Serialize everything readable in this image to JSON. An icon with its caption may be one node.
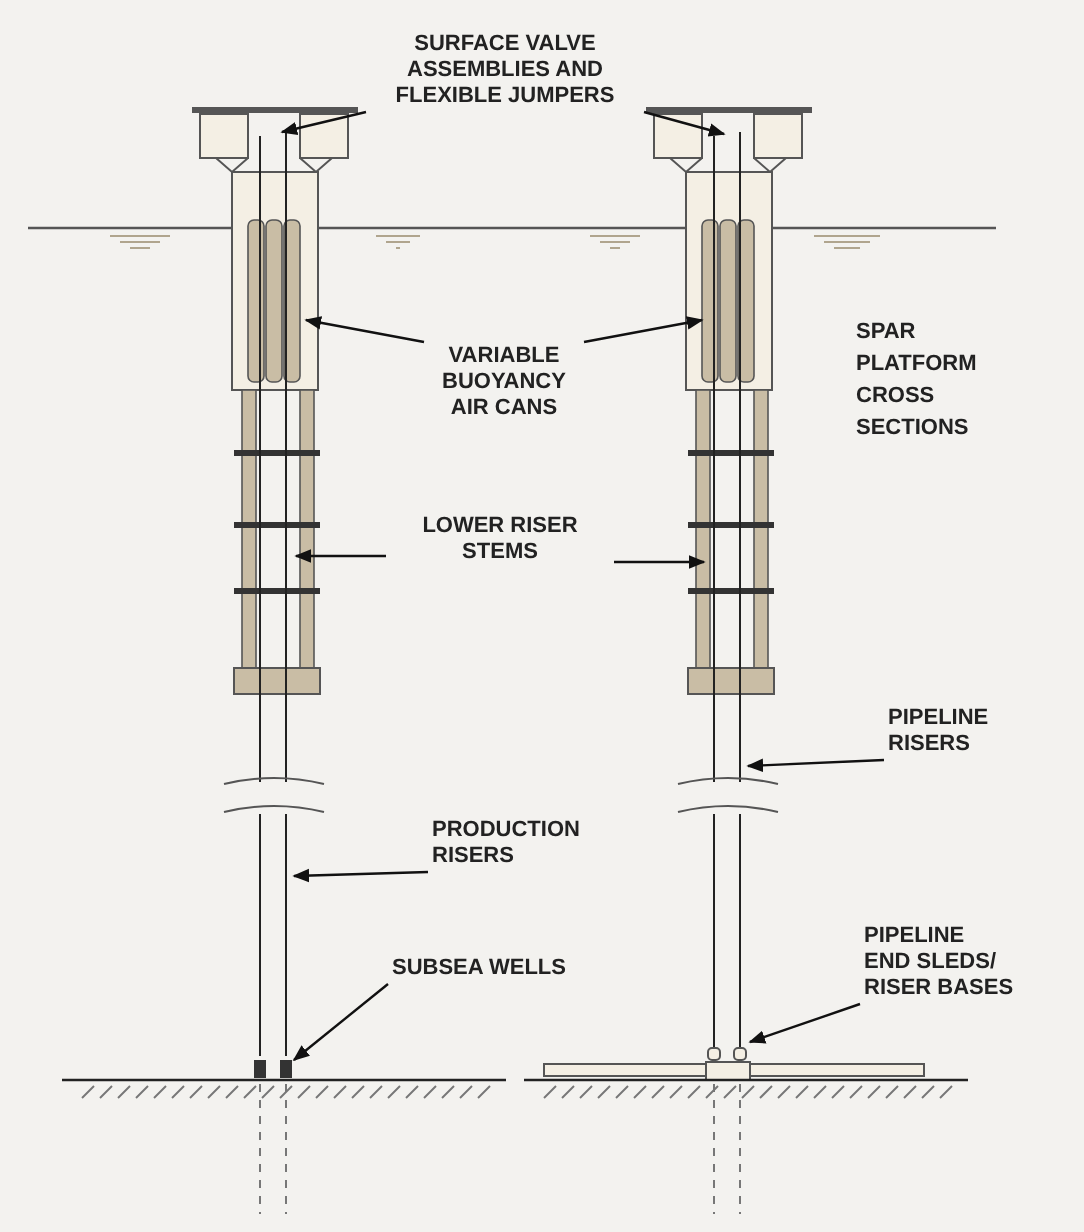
{
  "diagram": {
    "nodes": [
      {
        "text": [
          "SURFACE VALVE ASSEMBLIES AND FLEXIBLE JUMPERS"
        ]
      },
      {
        "text": [
          "VARIABLE BUOYANCY AIR CANS"
        ]
      },
      {
        "text": [
          "LOWER RISER STEMS"
        ]
      },
      {
        "text": [
          "PRODUCTION RISERS"
        ]
      },
      {
        "text": [
          "SUBSEA WELLS"
        ]
      },
      {
        "text": [
          "PIPELINE RISERS"
        ]
      },
      {
        "text": [
          "PIPELINE END SLEDS/ RISER BASES"
        ]
      }
    ],
    "edges": [
      {
        "from": 0,
        "to": null,
        "arrow": "to"
      },
      {
        "from": 0,
        "to": null,
        "arrow": "to"
      },
      {
        "from": 1,
        "to": null,
        "arrow": "to"
      },
      {
        "from": 1,
        "to": null,
        "arrow": "to"
      },
      {
        "from": 2,
        "to": null,
        "arrow": "to"
      },
      {
        "from": 2,
        "to": null,
        "arrow": "to"
      },
      {
        "from": 3,
        "to": null,
        "arrow": "to"
      },
      {
        "from": 4,
        "to": null,
        "arrow": "to"
      },
      {
        "from": 5,
        "to": null,
        "arrow": "to"
      },
      {
        "from": 6,
        "to": null,
        "arrow": "to"
      }
    ],
    "labels": [
      "SPAR PLATFORM CROSS SECTIONS"
    ]
  }
}
